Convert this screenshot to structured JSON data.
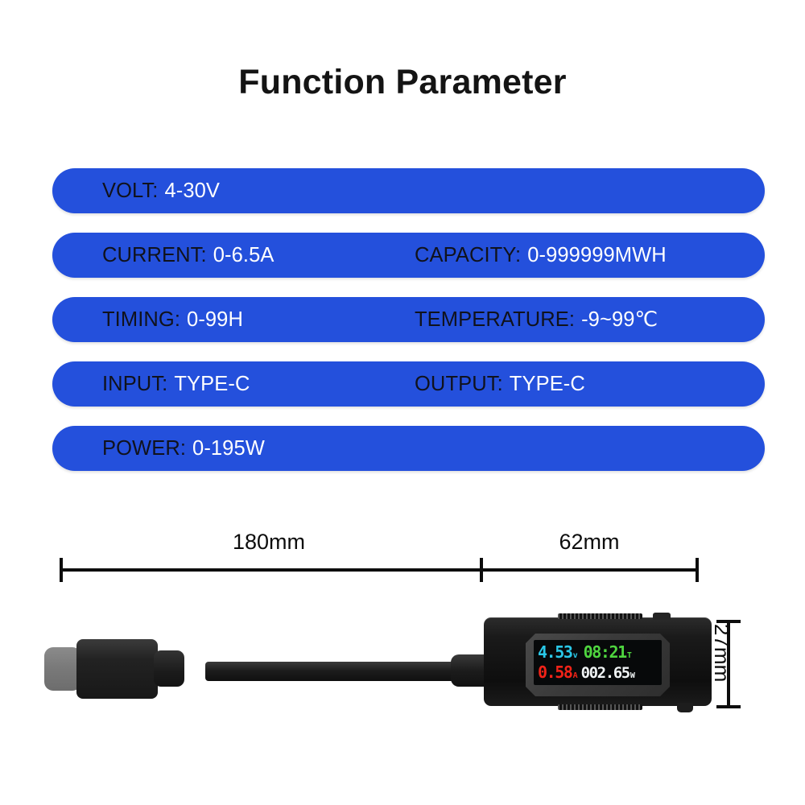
{
  "page": {
    "title": "Function Parameter",
    "background_color": "#ffffff",
    "accent_color": "#2450DC"
  },
  "specs": {
    "rows": [
      {
        "left": {
          "label": "VOLT:",
          "value": "4-30V"
        },
        "right": {
          "label": "",
          "value": ""
        }
      },
      {
        "left": {
          "label": "CURRENT:",
          "value": "0-6.5A"
        },
        "right": {
          "label": "CAPACITY:",
          "value": "0-999999MWH"
        }
      },
      {
        "left": {
          "label": "TIMING:",
          "value": "0-99H"
        },
        "right": {
          "label": "TEMPERATURE:",
          "value": "-9~99℃"
        }
      },
      {
        "left": {
          "label": "INPUT:",
          "value": "TYPE-C"
        },
        "right": {
          "label": "OUTPUT:",
          "value": "TYPE-C"
        }
      },
      {
        "left": {
          "label": "POWER:",
          "value": "0-195W"
        },
        "right": {
          "label": "",
          "value": ""
        }
      }
    ],
    "label_color": "#10121c",
    "value_color": "#ffffff"
  },
  "dimensions": {
    "cable_length": "180mm",
    "device_length": "62mm",
    "device_height": "27mm"
  },
  "device": {
    "display": {
      "voltage": {
        "value": "4.53",
        "unit": "v",
        "color": "#29c8e8"
      },
      "timing": {
        "value": "08:21",
        "unit": "T",
        "color": "#4fd63f"
      },
      "current": {
        "value": "0.58",
        "unit": "A",
        "color": "#f22318"
      },
      "power": {
        "value": "002.65",
        "unit": "W",
        "color": "#f0f4f5"
      }
    }
  }
}
